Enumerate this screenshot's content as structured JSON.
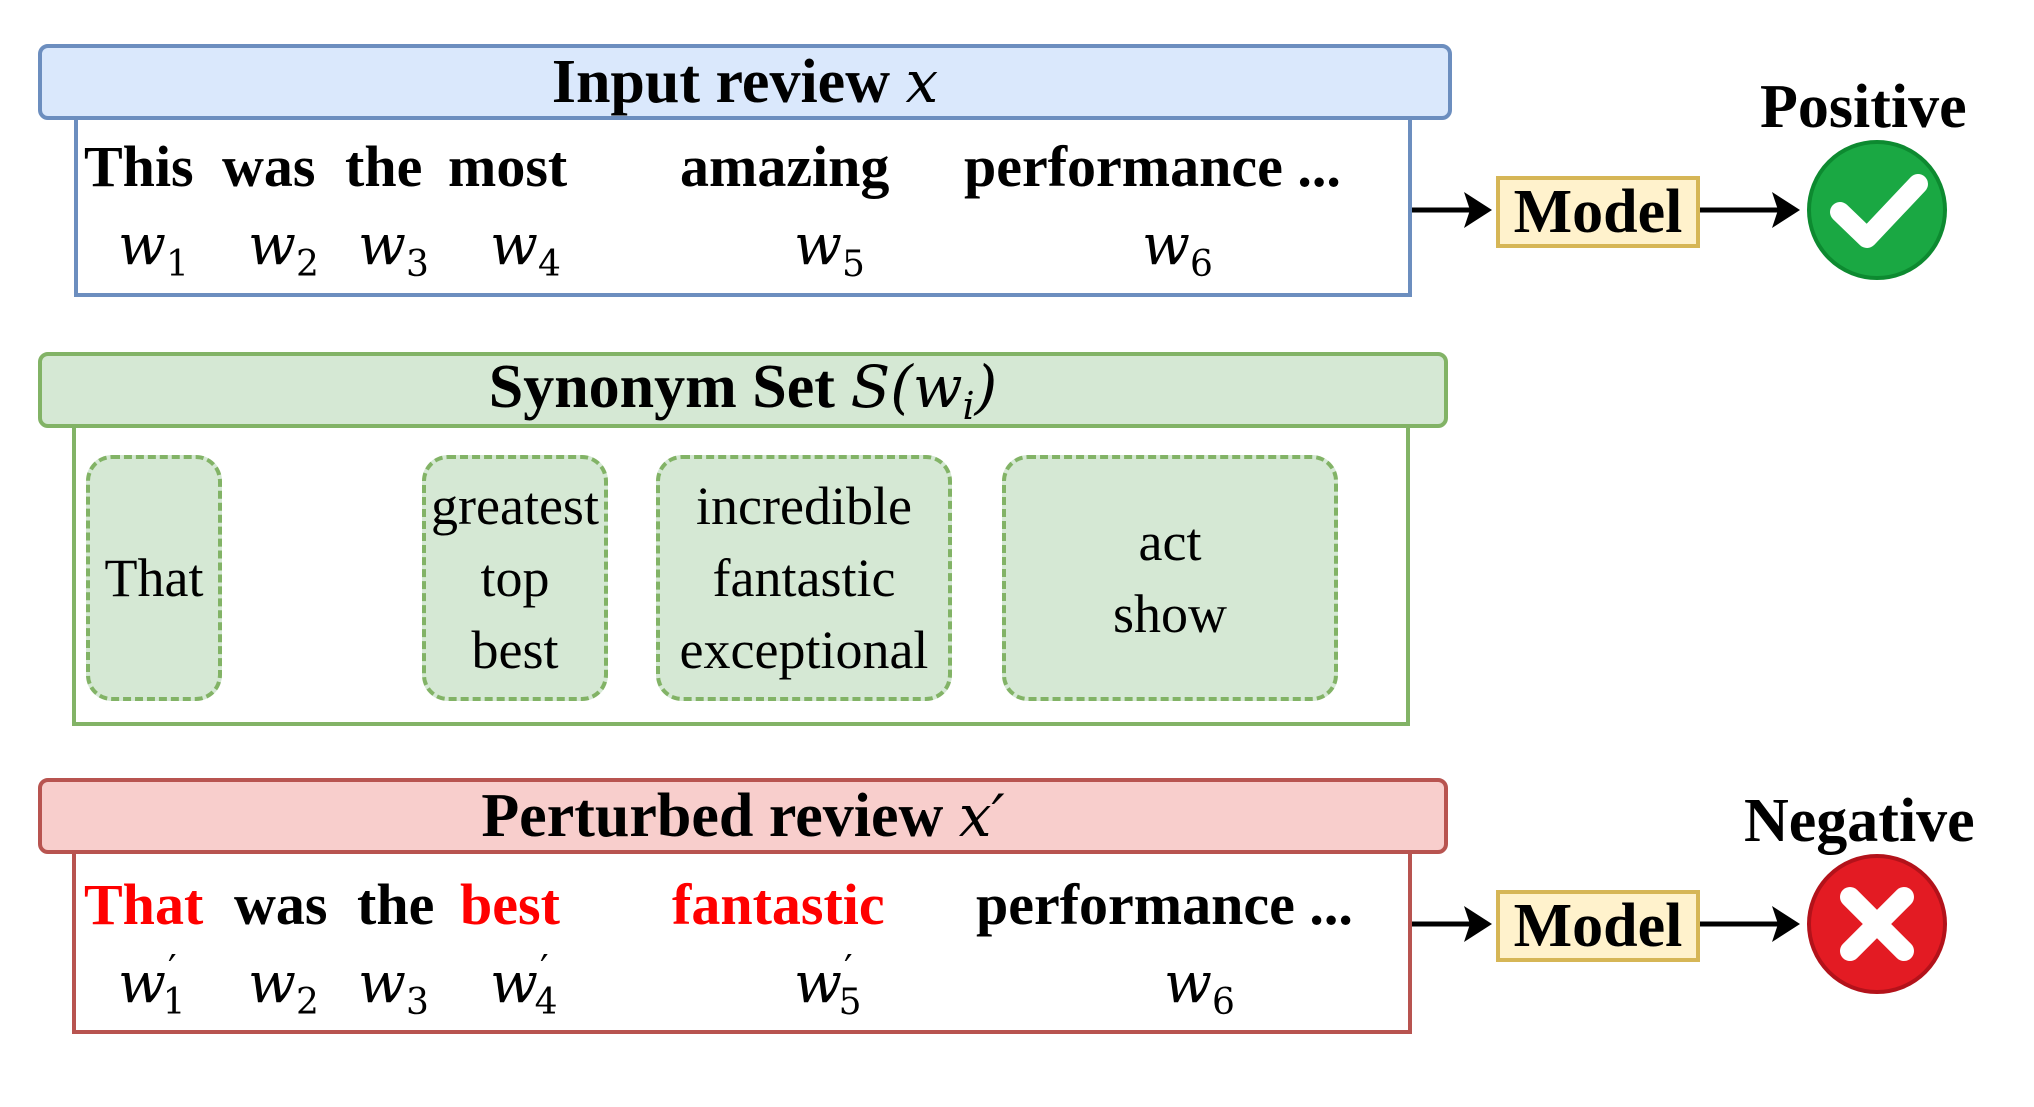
{
  "input": {
    "title": "Input review",
    "var": "x",
    "words": [
      "This",
      "was",
      "the",
      "most",
      "amazing",
      "performance ..."
    ],
    "symbols": [
      {
        "base": "w",
        "sub": "1",
        "prime": false
      },
      {
        "base": "w",
        "sub": "2",
        "prime": false
      },
      {
        "base": "w",
        "sub": "3",
        "prime": false
      },
      {
        "base": "w",
        "sub": "4",
        "prime": false
      },
      {
        "base": "w",
        "sub": "5",
        "prime": false
      },
      {
        "base": "w",
        "sub": "6",
        "prime": false
      }
    ]
  },
  "synonym": {
    "title": "Synonym Set",
    "var": "S(w",
    "var_sub": "i",
    "var_close": ")",
    "groups": [
      [
        "That"
      ],
      [
        "greatest",
        "top",
        "best"
      ],
      [
        "incredible",
        "fantastic",
        "exceptional"
      ],
      [
        "act",
        "show"
      ]
    ]
  },
  "perturbed": {
    "title": "Perturbed review",
    "var": "x′",
    "words": [
      "That",
      "was",
      "the",
      "best",
      "fantastic",
      "performance ..."
    ],
    "symbols": [
      {
        "base": "w",
        "sub": "1",
        "prime": true
      },
      {
        "base": "w",
        "sub": "2",
        "prime": false
      },
      {
        "base": "w",
        "sub": "3",
        "prime": false
      },
      {
        "base": "w",
        "sub": "4",
        "prime": true
      },
      {
        "base": "w",
        "sub": "5",
        "prime": true
      },
      {
        "base": "w",
        "sub": "6",
        "prime": false
      }
    ]
  },
  "model_label": "Model",
  "outcomes": {
    "positive": {
      "label": "Positive",
      "icon": "check-icon",
      "color": "#1aa843"
    },
    "negative": {
      "label": "Negative",
      "icon": "cross-icon",
      "color": "#e31b23"
    }
  },
  "colors": {
    "blue_fill": "#dae8fc",
    "blue_stroke": "#6c8ebf",
    "green_fill": "#d5e8d4",
    "green_stroke": "#82b366",
    "red_fill": "#f8cecc",
    "red_stroke": "#b85450",
    "highlight": "#ff0000"
  }
}
